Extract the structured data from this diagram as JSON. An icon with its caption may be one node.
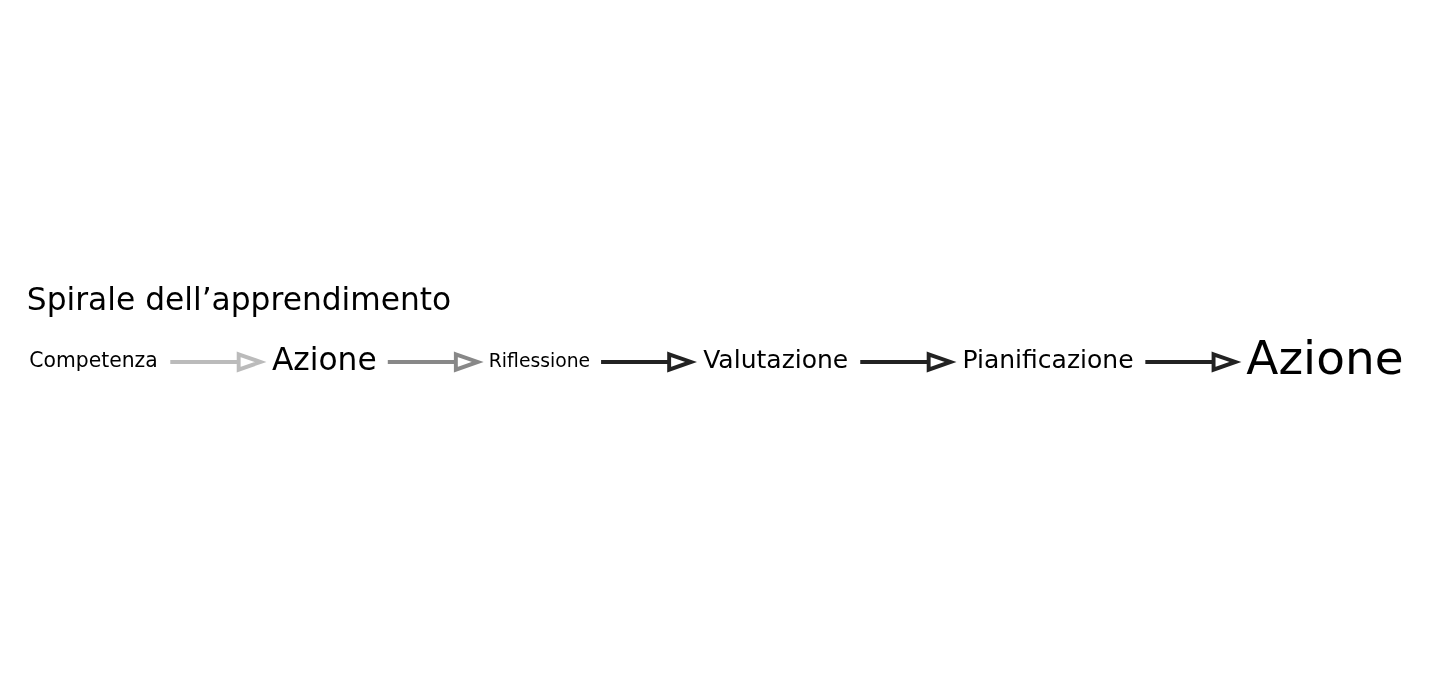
{
  "diagram": {
    "title": "Spirale dell’apprendimento",
    "nodes": [
      {
        "text": [
          "Pianificazione"
        ]
      },
      {
        "text": [
          "Riflessione"
        ]
      },
      {
        "text": [
          "Competenza"
        ]
      },
      {
        "text": [
          "Azione"
        ]
      },
      {
        "text": [
          "Valutazione"
        ]
      },
      {
        "text": [
          "Azione"
        ]
      }
    ],
    "edges": [
      {
        "from": 2,
        "to": 3,
        "arrow": "to",
        "color": "#bbbbbb"
      },
      {
        "from": 3,
        "to": 1,
        "arrow": "to",
        "color": "#888888"
      },
      {
        "from": 1,
        "to": 4,
        "arrow": "to"
      },
      {
        "from": 4,
        "to": 0,
        "arrow": "to"
      },
      {
        "from": 0,
        "to": 5,
        "arrow": "to"
      }
    ]
  }
}
